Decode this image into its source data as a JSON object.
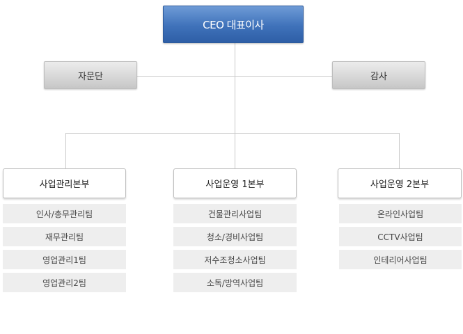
{
  "ceo": "CEO 대표이사",
  "advisory": "자문단",
  "audit": "감사",
  "divisions": [
    {
      "name": "사업관리본부",
      "teams": [
        "인사/총무관리팀",
        "재무관리팀",
        "영업관리1팀",
        "영업관리2팀"
      ]
    },
    {
      "name": "사업운영 1본부",
      "teams": [
        "건물관리사업팀",
        "청소/경비사업팀",
        "저수조청소사업팀",
        "소독/방역사업팀"
      ]
    },
    {
      "name": "사업운영 2본부",
      "teams": [
        "온라인사업팀",
        "CCTV사업팀",
        "인테리어사업팀"
      ]
    }
  ]
}
